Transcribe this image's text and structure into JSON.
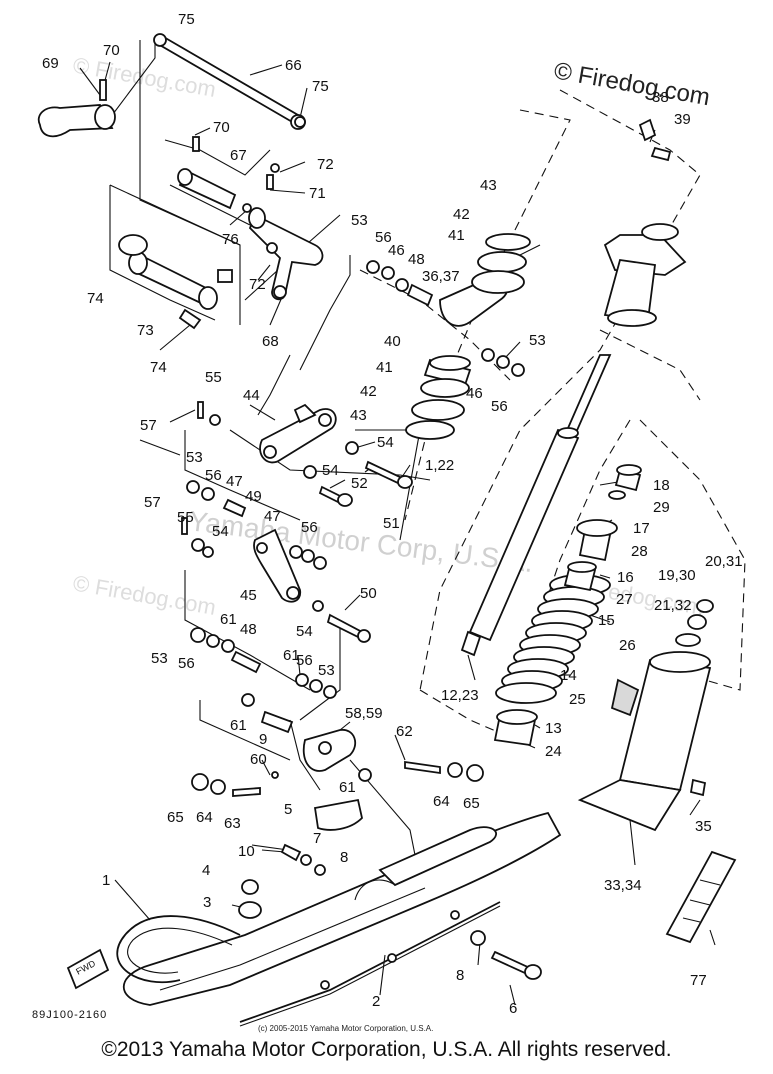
{
  "watermarks": {
    "corner": "© Firedog.com",
    "faint": "© Firedog.com",
    "center": "Yamaha Motor Corp, U.S.A."
  },
  "diagram_ref": "89J100-2160",
  "fwd_label": "FWD",
  "small_copyright": "(c) 2005-2015 Yamaha Motor Corporation, U.S.A.",
  "footer": "©2013 Yamaha Motor Corporation, U.S.A. All rights reserved.",
  "part_labels": [
    {
      "id": "75a",
      "text": "75"
    },
    {
      "id": "70a",
      "text": "70"
    },
    {
      "id": "69",
      "text": "69"
    },
    {
      "id": "66",
      "text": "66"
    },
    {
      "id": "75b",
      "text": "75"
    },
    {
      "id": "70b",
      "text": "70"
    },
    {
      "id": "72a",
      "text": "72"
    },
    {
      "id": "67",
      "text": "67"
    },
    {
      "id": "71",
      "text": "71"
    },
    {
      "id": "76",
      "text": "76"
    },
    {
      "id": "74a",
      "text": "74"
    },
    {
      "id": "72b",
      "text": "72"
    },
    {
      "id": "73",
      "text": "73"
    },
    {
      "id": "68",
      "text": "68"
    },
    {
      "id": "74b",
      "text": "74"
    },
    {
      "id": "53a",
      "text": "53"
    },
    {
      "id": "56a",
      "text": "56"
    },
    {
      "id": "46a",
      "text": "46"
    },
    {
      "id": "48a",
      "text": "48"
    },
    {
      "id": "43a",
      "text": "43"
    },
    {
      "id": "42a",
      "text": "42"
    },
    {
      "id": "41a",
      "text": "41"
    },
    {
      "id": "36_37",
      "text": "36,37"
    },
    {
      "id": "53b",
      "text": "53"
    },
    {
      "id": "40",
      "text": "40"
    },
    {
      "id": "41b",
      "text": "41"
    },
    {
      "id": "42b",
      "text": "42"
    },
    {
      "id": "43b",
      "text": "43"
    },
    {
      "id": "46b",
      "text": "46"
    },
    {
      "id": "56b",
      "text": "56"
    },
    {
      "id": "55a",
      "text": "55"
    },
    {
      "id": "44",
      "text": "44"
    },
    {
      "id": "57a",
      "text": "57"
    },
    {
      "id": "54a",
      "text": "54"
    },
    {
      "id": "1_22",
      "text": "1,22"
    },
    {
      "id": "53c",
      "text": "53"
    },
    {
      "id": "56c",
      "text": "56"
    },
    {
      "id": "47a",
      "text": "47"
    },
    {
      "id": "54b",
      "text": "54"
    },
    {
      "id": "52",
      "text": "52"
    },
    {
      "id": "49",
      "text": "49"
    },
    {
      "id": "57b",
      "text": "57"
    },
    {
      "id": "55b",
      "text": "55"
    },
    {
      "id": "51",
      "text": "51"
    },
    {
      "id": "47b",
      "text": "47"
    },
    {
      "id": "56d",
      "text": "56"
    },
    {
      "id": "54c",
      "text": "54"
    },
    {
      "id": "45",
      "text": "45"
    },
    {
      "id": "50",
      "text": "50"
    },
    {
      "id": "61a",
      "text": "61"
    },
    {
      "id": "54d",
      "text": "54"
    },
    {
      "id": "48b",
      "text": "48"
    },
    {
      "id": "53d",
      "text": "53"
    },
    {
      "id": "56e",
      "text": "56"
    },
    {
      "id": "61b",
      "text": "61"
    },
    {
      "id": "56f",
      "text": "56"
    },
    {
      "id": "53e",
      "text": "53"
    },
    {
      "id": "61c",
      "text": "61"
    },
    {
      "id": "9",
      "text": "9"
    },
    {
      "id": "58_59",
      "text": "58,59"
    },
    {
      "id": "62",
      "text": "62"
    },
    {
      "id": "60",
      "text": "60"
    },
    {
      "id": "61d",
      "text": "61"
    },
    {
      "id": "65a",
      "text": "65"
    },
    {
      "id": "64a",
      "text": "64"
    },
    {
      "id": "63",
      "text": "63"
    },
    {
      "id": "64b",
      "text": "64"
    },
    {
      "id": "65b",
      "text": "65"
    },
    {
      "id": "5",
      "text": "5"
    },
    {
      "id": "7",
      "text": "7"
    },
    {
      "id": "10",
      "text": "10"
    },
    {
      "id": "8a",
      "text": "8"
    },
    {
      "id": "4",
      "text": "4"
    },
    {
      "id": "3",
      "text": "3"
    },
    {
      "id": "1",
      "text": "1"
    },
    {
      "id": "8b",
      "text": "8"
    },
    {
      "id": "2",
      "text": "2"
    },
    {
      "id": "6",
      "text": "6"
    },
    {
      "id": "38",
      "text": "38"
    },
    {
      "id": "39",
      "text": "39"
    },
    {
      "id": "18",
      "text": "18"
    },
    {
      "id": "29",
      "text": "29"
    },
    {
      "id": "17",
      "text": "17"
    },
    {
      "id": "28",
      "text": "28"
    },
    {
      "id": "16",
      "text": "16"
    },
    {
      "id": "27",
      "text": "27"
    },
    {
      "id": "20_31",
      "text": "20,31"
    },
    {
      "id": "19_30",
      "text": "19,30"
    },
    {
      "id": "21_32",
      "text": "21,32"
    },
    {
      "id": "15",
      "text": "15"
    },
    {
      "id": "26",
      "text": "26"
    },
    {
      "id": "14",
      "text": "14"
    },
    {
      "id": "25",
      "text": "25"
    },
    {
      "id": "13",
      "text": "13"
    },
    {
      "id": "24",
      "text": "24"
    },
    {
      "id": "12_23",
      "text": "12,23"
    },
    {
      "id": "35",
      "text": "35"
    },
    {
      "id": "33_34",
      "text": "33,34"
    },
    {
      "id": "77",
      "text": "77"
    }
  ]
}
